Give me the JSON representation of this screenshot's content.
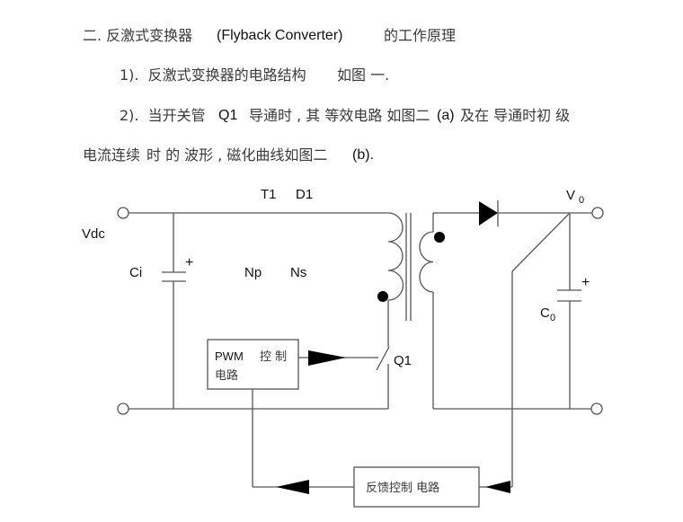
{
  "document": {
    "line1": {
      "part1": "二. 反激式变换器",
      "part2": "(Flyback Converter)",
      "part3": "的工作原理"
    },
    "line2": {
      "part1": "1).  反激式变换器的电路结构",
      "part2": "如图 一."
    },
    "line3": {
      "part1": "2).  当开关管",
      "part2": "Q1",
      "part3": "导通时 , 其 等效电路 如图二",
      "part4": "(a)",
      "part5": "及在 导通时初 级"
    },
    "line4": {
      "part1": "电流连续",
      "part2": "时 的 波形 , 磁化曲线如图二",
      "part3": "(b)."
    }
  },
  "diagram": {
    "labels": {
      "t1": "T1",
      "d1": "D1",
      "vdc": "Vdc",
      "ci": "Ci",
      "np": "Np",
      "ns": "Ns",
      "vo_main": "V",
      "vo_sub": "0",
      "co_main": "C",
      "co_sub": "0",
      "q1": "Q1",
      "plus_ci": "+",
      "plus_co": "+"
    },
    "pwm_box": {
      "line1_en": "PWM",
      "line1_cn": "控 制",
      "line2": "电路"
    },
    "feedback_box": {
      "label": "反馈控制 电路"
    }
  }
}
